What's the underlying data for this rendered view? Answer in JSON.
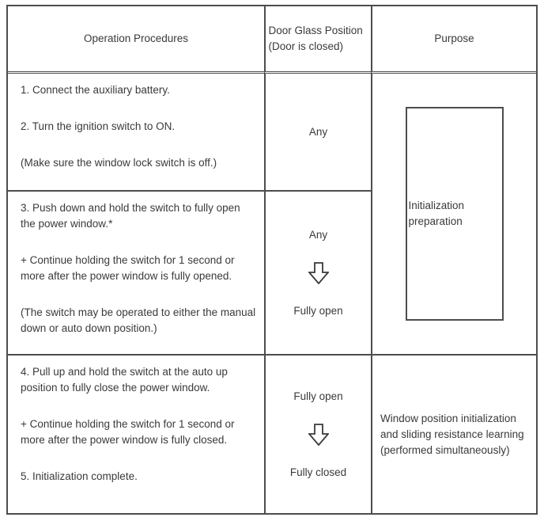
{
  "header": {
    "operation_procedures": "Operation Procedures",
    "door_glass_position": "Door Glass Position (Door is closed)",
    "purpose": "Purpose"
  },
  "rows": [
    {
      "procedures": [
        "1. Connect the auxiliary battery.",
        "2. Turn the ignition switch to ON.",
        "(Make sure the window lock switch is off.)"
      ],
      "door_glass_position": {
        "start": "Any"
      }
    },
    {
      "procedures": [
        "3. Push down and hold the switch to fully open the power window.*",
        "+ Continue holding the switch for 1 second or more after the power window is fully opened.",
        "(The switch may be operated to either the manual down or auto down position.)"
      ],
      "door_glass_position": {
        "start": "Any",
        "arrow": "down-arrow",
        "end": "Fully open"
      }
    },
    {
      "procedures": [
        "4. Pull up and hold the switch at the auto up position to fully close the power window.",
        "+ Continue holding the switch for 1 second or more after the power window is fully closed.",
        "5. Initialization complete."
      ],
      "door_glass_position": {
        "start": "Fully open",
        "arrow": "down-arrow",
        "end": "Fully closed"
      }
    }
  ],
  "purpose": {
    "initialization_preparation": "Initialization preparation",
    "bottom_lines": [
      "Window position initialization",
      "and sliding resistance learning",
      "(performed simultaneously)"
    ]
  },
  "icons": {
    "down_arrow": "hollow-down-block-arrow"
  },
  "colors": {
    "text-color": "#3a3a3a",
    "line-color": "#4d4d4d",
    "background": "#ffffff"
  }
}
